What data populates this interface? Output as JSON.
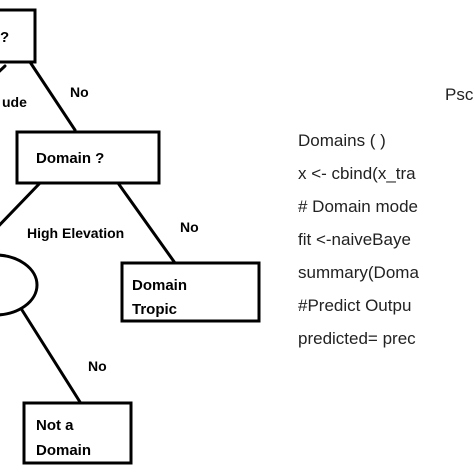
{
  "diagram": {
    "nodes": {
      "root": {
        "label": "?"
      },
      "domain": {
        "label": "Domain ?"
      },
      "tropic": {
        "line1": "Domain",
        "line2": "Tropic"
      },
      "not_domain": {
        "line1": "Not a",
        "line2": "Domain"
      }
    },
    "edges": {
      "root_left": {
        "label": "ude"
      },
      "root_right": {
        "label": "No"
      },
      "domain_left": {
        "label": "High Elevation"
      },
      "domain_right": {
        "label": "No"
      },
      "lower_right": {
        "label": "No"
      }
    }
  },
  "pseudocode": {
    "heading": "Psc",
    "lines": [
      "Domains ( )",
      "x <- cbind(x_tra",
      "# Domain mode",
      "fit <-naiveBaye",
      "summary(Doma",
      "#Predict Outpu",
      "predicted= prec"
    ]
  },
  "colors": {
    "stroke": "#000000",
    "code_text": "#222222",
    "background": "#ffffff"
  }
}
